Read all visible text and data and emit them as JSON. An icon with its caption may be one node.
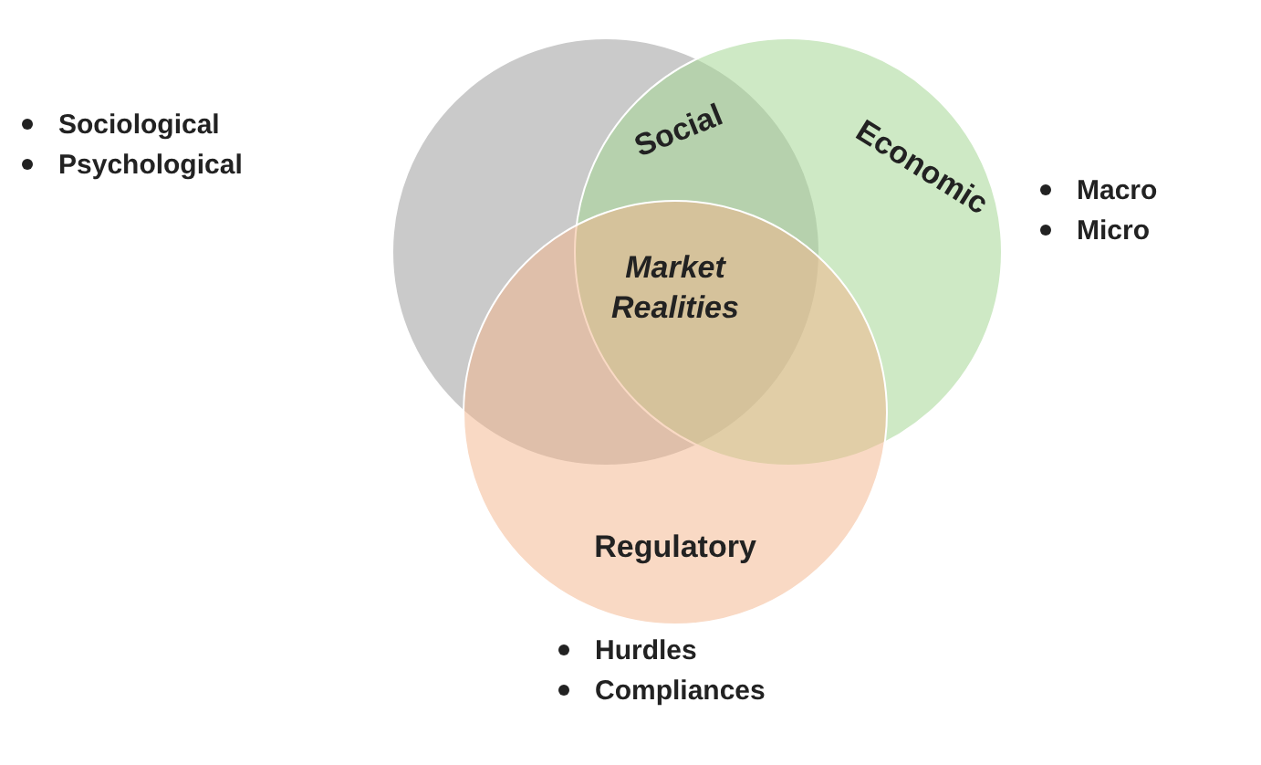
{
  "diagram": {
    "nodes": [
      {
        "text": [
          "Social"
        ],
        "beside": [
          "Sociological",
          "Psychological"
        ]
      },
      {
        "text": [
          "Economic"
        ],
        "beside": [
          "Macro",
          "Micro"
        ]
      },
      {
        "text": [
          "Regulatory"
        ],
        "beside": [
          "Hurdles",
          "Compliances"
        ]
      }
    ],
    "edges": [],
    "labels": [
      "Market Realities"
    ]
  }
}
